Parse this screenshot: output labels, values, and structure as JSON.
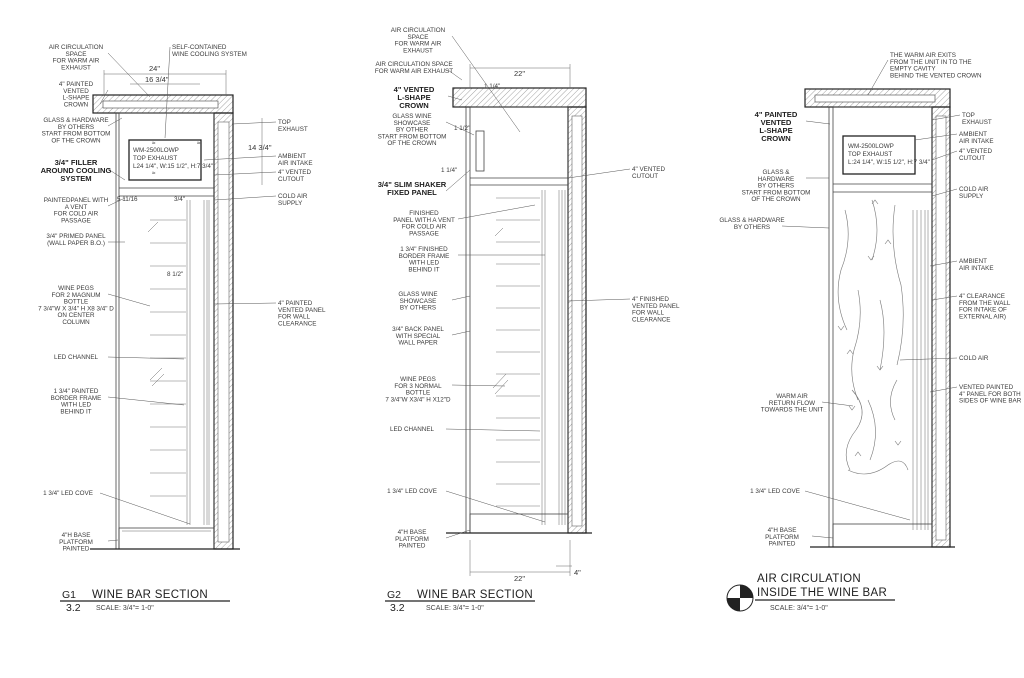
{
  "g1": {
    "title": "WINE BAR SECTION",
    "number": "G1",
    "sheet": "3.2",
    "scale": "SCALE: 3/4\"= 1-0\"",
    "dims": {
      "top_width": "24\"",
      "inner_width": "16 3/4\"",
      "right_height": "14 3/4\"",
      "vent_small": "5 11/16",
      "vent_gap": "3/4\"",
      "shelf_gap": "8 1/2\""
    },
    "left_labels": [
      [
        "AIR CIRCULATION",
        "SPACE",
        "FOR WARM AIR",
        "EXHAUST"
      ],
      [
        "4\" PAINTED",
        "VENTED",
        "L-SHAPE",
        "CROWN"
      ],
      [
        "GLASS & HARDWARE",
        "BY OTHERS",
        "START FROM BOTTOM",
        "OF THE CROWN"
      ],
      [
        "3/4\" FILLER",
        "AROUND COOLING",
        "SYSTEM"
      ],
      [
        "PAINTEDPANEL WITH",
        "A VENT",
        "FOR COLD AIR",
        "PASSAGE"
      ],
      [
        "3/4\" PRIMED PANEL",
        "(WALL PAPER B.O.)"
      ],
      [
        "WINE PEGS",
        "FOR 2 MAGNUM",
        "BOTTLE",
        "7 3/4\"W X 3/4\" H X8 3/4\" D",
        "ON CENTER",
        "COLUMN"
      ],
      [
        "LED CHANNEL"
      ],
      [
        "1 3/4\" PAINTED",
        "BORDER FRAME",
        "WITH LED",
        "BEHIND IT"
      ],
      [
        "1 3/4\" LED COVE"
      ],
      [
        "4\"H BASE",
        "PLATFORM",
        "PAINTED"
      ]
    ],
    "right_labels": [
      [
        "SELF-CONTAINED",
        "WINE COOLING SYSTEM"
      ],
      [
        "TOP",
        "EXHAUST"
      ],
      [
        "AMBIENT",
        "AIR INTAKE"
      ],
      [
        "4\" VENTED",
        "CUTOUT"
      ],
      [
        "COLD AIR",
        "SUPPLY"
      ],
      [
        "4\" PAINTED",
        "VENTED PANEL",
        "FOR WALL",
        "CLEARANCE"
      ]
    ],
    "unit": [
      "WM-2500LOWP",
      "TOP EXHAUST",
      "L24 1/4\", W:15 1/2\", H:7 3/4\""
    ]
  },
  "g2": {
    "title": "WINE BAR SECTION",
    "number": "G2",
    "sheet": "3.2",
    "scale": "SCALE: 3/4\"= 1-0\"",
    "dims": {
      "top_width": "22\"",
      "bottom_width": "22\"",
      "base_height": "4\"",
      "crown_a": "1 1/4\"",
      "crown_b": "1 1/2\"",
      "crown_c": "1 1/4\""
    },
    "left_labels": [
      [
        "AIR CIRCULATION",
        "SPACE",
        "FOR WARM AIR",
        "EXHAUST"
      ],
      [
        "AIR CIRCULATION SPACE",
        "FOR WARM AIR EXHAUST"
      ],
      [
        "4\" VENTED",
        "L-SHAPE",
        "CROWN"
      ],
      [
        "GLASS WINE",
        "SHOWCASE",
        "BY OTHER",
        "START FROM BOTTOM",
        "OF THE CROWN"
      ],
      [
        "3/4\" SLIM SHAKER",
        "FIXED PANEL"
      ],
      [
        "FINISHED",
        "PANEL WITH A VENT",
        "FOR COLD AIR",
        "PASSAGE"
      ],
      [
        "1 3/4\" FINISHED",
        "BORDER FRAME",
        "WITH LED",
        "BEHIND IT"
      ],
      [
        "GLASS WINE",
        "SHOWCASE",
        "BY OTHERS"
      ],
      [
        "3/4\" BACK PANEL",
        "WITH SPECIAL",
        "WALL PAPER"
      ],
      [
        "WINE PEGS",
        "FOR 3 NORMAL",
        "BOTTLE",
        "7 3/4\"W X3/4\" H X12\"D"
      ],
      [
        "LED CHANNEL"
      ],
      [
        "1 3/4\" LED COVE"
      ],
      [
        "4\"H BASE",
        "PLATFORM",
        "PAINTED"
      ]
    ],
    "right_labels": [
      [
        "4\" VENTED",
        "CUTOUT"
      ],
      [
        "4\" FINISHED",
        "VENTED PANEL",
        "FOR WALL",
        "CLEARANCE"
      ]
    ]
  },
  "g3": {
    "title_line1": "AIR CIRCULATION",
    "title_line2": "INSIDE THE WINE BAR",
    "scale": "SCALE: 3/4\"= 1-0\"",
    "top_note": [
      "THE WARM AIR EXITS",
      "FROM THE UNIT IN TO THE",
      "EMPTY CAVITY",
      "BEHIND THE VENTED CROWN"
    ],
    "left_labels": [
      [
        "4\" PAINTED",
        "VENTED",
        "L-SHAPE",
        "CROWN"
      ],
      [
        "GLASS &",
        "HARDWARE",
        "BY OTHERS",
        "START FROM BOTTOM",
        "OF THE CROWN"
      ],
      [
        "GLASS & HARDWARE",
        "BY OTHERS"
      ],
      [
        "WARM AIR",
        "RETURN FLOW",
        "TOWARDS THE UNIT"
      ],
      [
        "1 3/4\" LED COVE"
      ],
      [
        "4\"H BASE",
        "PLATFORM",
        "PAINTED"
      ]
    ],
    "right_labels": [
      [
        "TOP",
        "EXHAUST"
      ],
      [
        "AMBIENT",
        "AIR INTAKE"
      ],
      [
        "4\" VENTED",
        "CUTOUT"
      ],
      [
        "COLD AIR",
        "SUPPLY"
      ],
      [
        "AMBIENT",
        "AIR INTAKE"
      ],
      [
        "4\" CLEARANCE",
        "FROM THE WALL",
        "FOR INTAKE OF",
        "EXTERNAL AIR)"
      ],
      [
        "COLD AIR"
      ],
      [
        "VENTED PAINTED",
        "4\" PANEL FOR BOTH",
        "SIDES OF WINE BAR"
      ]
    ],
    "unit": [
      "WM-2500LOWP",
      "TOP EXHAUST",
      "L:24 1/4\", W:15 1/2\", H:7 3/4\""
    ]
  }
}
